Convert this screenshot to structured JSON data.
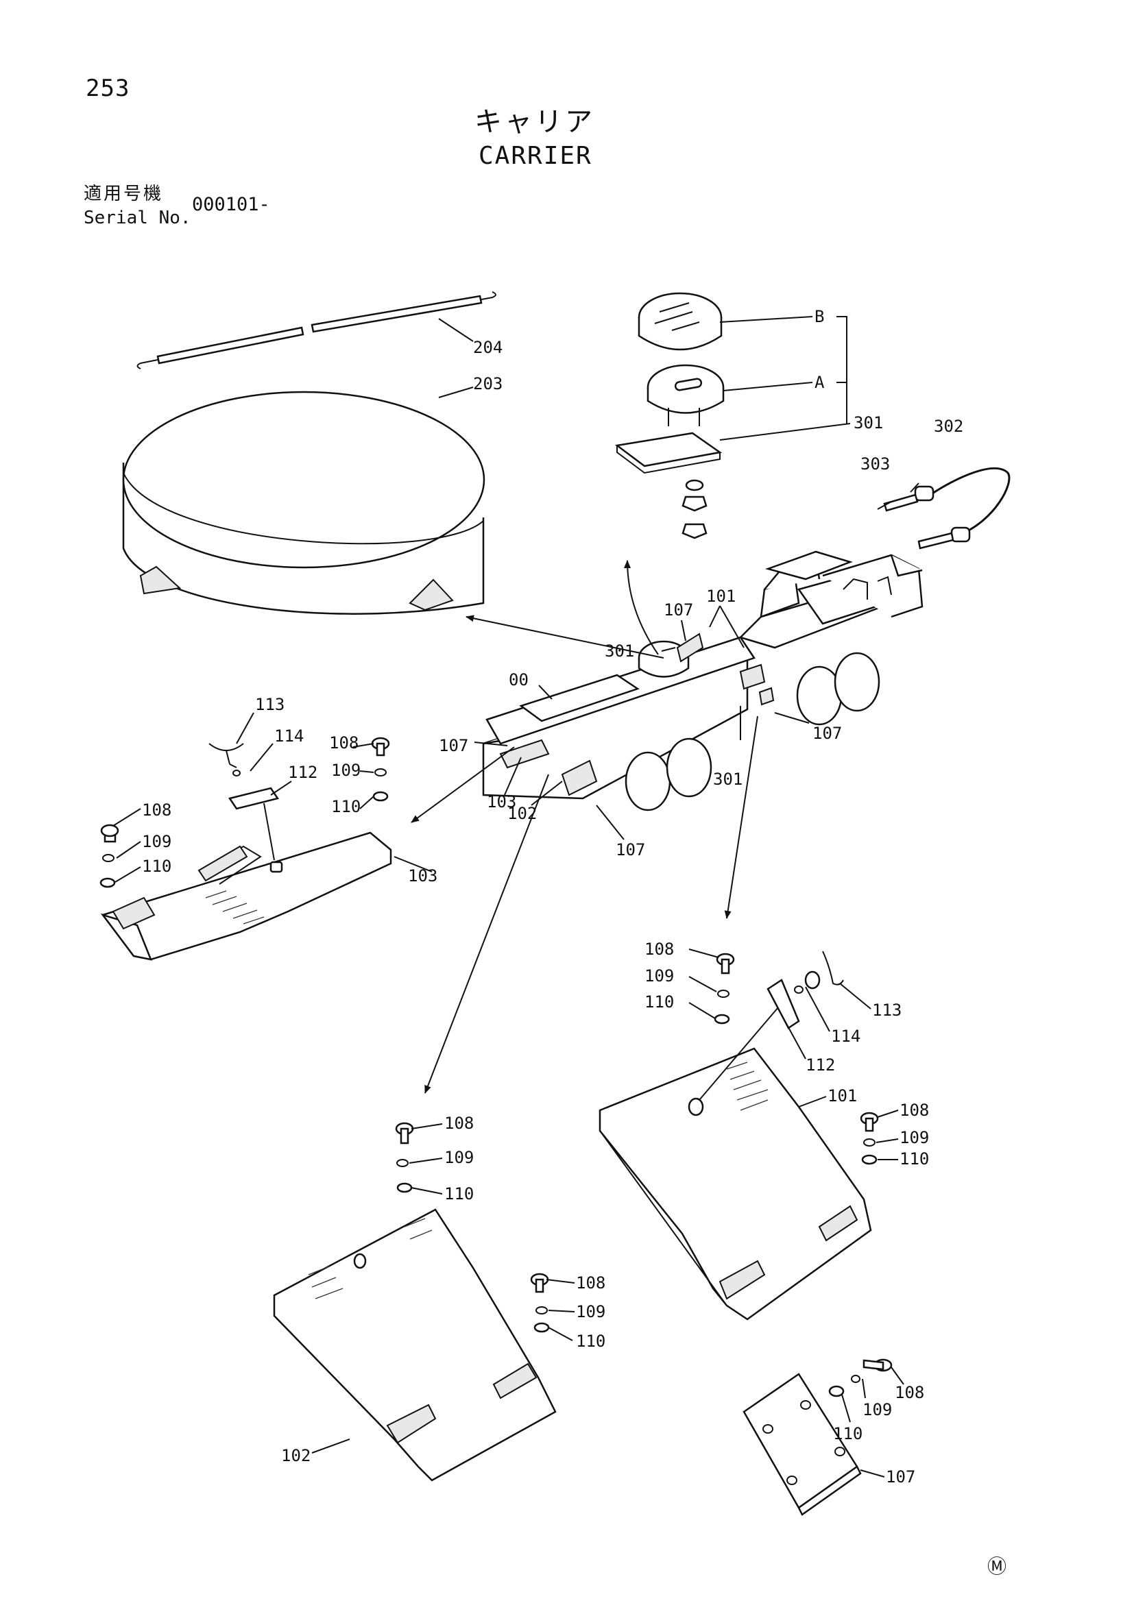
{
  "header": {
    "page_number": "253",
    "title_ja": "キャリア",
    "title_en": "CARRIER",
    "serial_label_ja": "適用号機",
    "serial_label_en": "Serial No.",
    "serial_value": "000101-"
  },
  "callouts": {
    "c204": "204",
    "c203": "203",
    "cB": "B",
    "cA": "A",
    "c301a": "301",
    "c302": "302",
    "c303": "303",
    "c107a": "107",
    "c101a": "101",
    "c301b": "301",
    "c00": "00",
    "c107b": "107",
    "c107c": "107",
    "c301c": "301",
    "c103a": "103",
    "c102a": "102",
    "c107d": "107",
    "c113a": "113",
    "c114a": "114",
    "c112a": "112",
    "c108a": "108",
    "c109a": "109",
    "c110a": "110",
    "c108b": "108",
    "c109b": "109",
    "c110b": "110",
    "c103b": "103",
    "c108c": "108",
    "c109c": "109",
    "c110c": "110",
    "c113b": "113",
    "c114b": "114",
    "c112b": "112",
    "c101b": "101",
    "c108d": "108",
    "c109d": "109",
    "c110d": "110",
    "c108e": "108",
    "c109e": "109",
    "c110e": "110",
    "c108f": "108",
    "c109f": "109",
    "c110f": "110",
    "c102b": "102",
    "c108g": "108",
    "c109g": "109",
    "c110g": "110",
    "c107e": "107"
  },
  "footer": {
    "mark": "Ⓜ"
  }
}
